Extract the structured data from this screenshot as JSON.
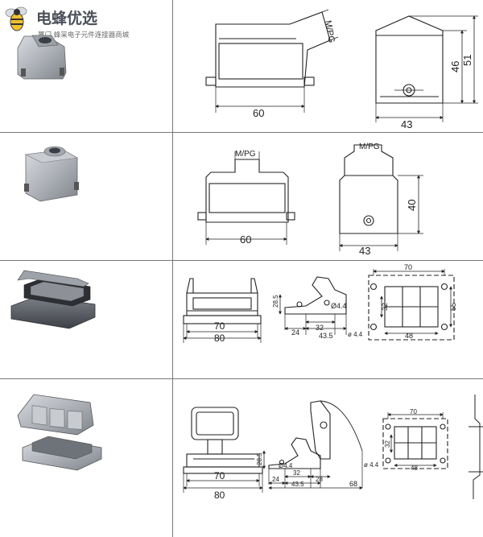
{
  "logo": {
    "brand": "电蜂优选",
    "tagline": "厦门 蜂采电子元件连接器商城"
  },
  "rows": [
    {
      "front": {
        "width": "60",
        "cable_label": "M/PG"
      },
      "side": {
        "width": "43",
        "height_inner": "46",
        "height_outer": "51"
      }
    },
    {
      "front": {
        "width": "60",
        "cable_label": "M/PG"
      },
      "side": {
        "width": "43",
        "height": "40",
        "cable_label": "M/PG"
      }
    },
    {
      "front": {
        "inner": "70",
        "outer": "80"
      },
      "profile": {
        "h1": "28.5",
        "d1": "24",
        "d2": "32",
        "d3": "43.5",
        "hole": "Ø4.4"
      },
      "mount": {
        "top": "70",
        "mid": "48",
        "right": "32",
        "right2": "55",
        "hole": "ø 4.4"
      }
    },
    {
      "front": {
        "inner": "70",
        "outer": "80"
      },
      "profile": {
        "h1": "28.5",
        "d1": "24",
        "d2": "32",
        "d3": "43.5",
        "d4": "28",
        "d5": "68",
        "hole": "Ø4.4"
      },
      "mount": {
        "top": "70",
        "mid": "48",
        "right": "32",
        "hole": "ø 4.4"
      }
    }
  ]
}
